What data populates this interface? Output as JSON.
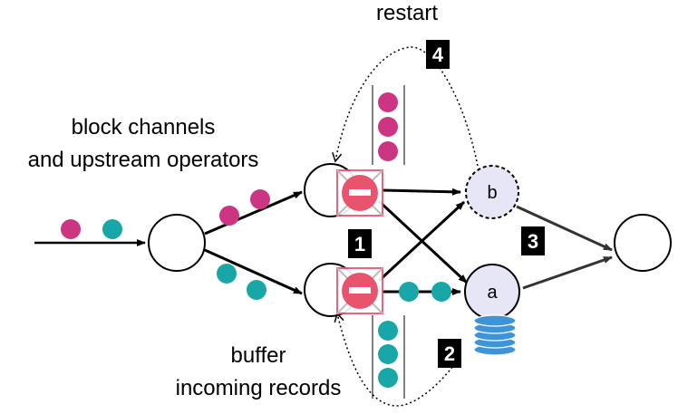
{
  "labels": {
    "restart": "restart",
    "block_line1": "block channels",
    "block_line2": "and upstream operators",
    "buffer_line1": "buffer",
    "buffer_line2": "incoming records"
  },
  "nodes": {
    "a": "a",
    "b": "b"
  },
  "badges": {
    "one": "1",
    "two": "2",
    "three": "3",
    "four": "4"
  },
  "colors": {
    "magenta_record": "#cc3582",
    "teal_record": "#18a6a6",
    "blocked_sign": "#e8546e",
    "operator_fill": "#e6e6f6",
    "storage": "#3f93d7",
    "badge": "#000000"
  }
}
